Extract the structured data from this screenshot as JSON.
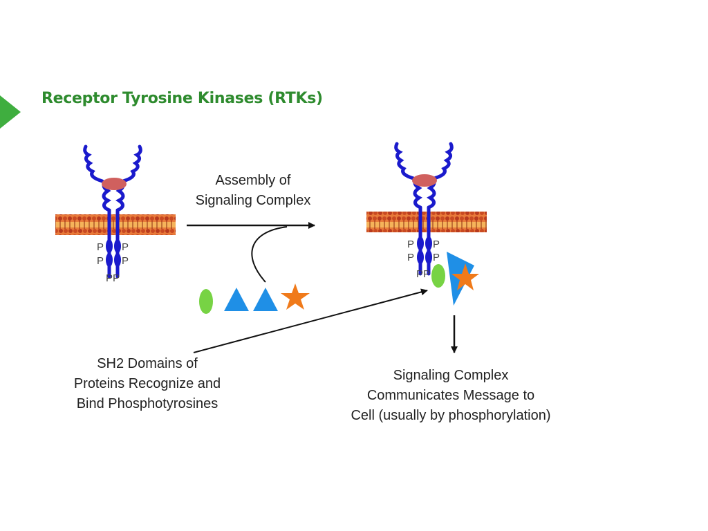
{
  "slide": {
    "title": "Receptor Tyrosine Kinases (RTKs)",
    "labels": {
      "assembly_line1": "Assembly of",
      "assembly_line2": "Signaling Complex",
      "sh2_line1": "SH2 Domains of",
      "sh2_line2": "Proteins Recognize and",
      "sh2_line3": "Bind Phosphotyrosines",
      "complex_line1": "Signaling Complex",
      "complex_line2": "Communicates Message to",
      "complex_line3": "Cell (usually by phosphorylation)"
    },
    "phospho_marker": "P",
    "phospho_pair": "PP",
    "colors": {
      "title": "#2e8b2e",
      "bullet": "#3fae3f",
      "receptor": "#1a1acc",
      "ligand": "#d0605e",
      "membrane": "#c4532a",
      "oval": "#77d344",
      "triangle": "#1f8fe6",
      "star": "#f07a1a",
      "phospho": "#555555"
    }
  }
}
